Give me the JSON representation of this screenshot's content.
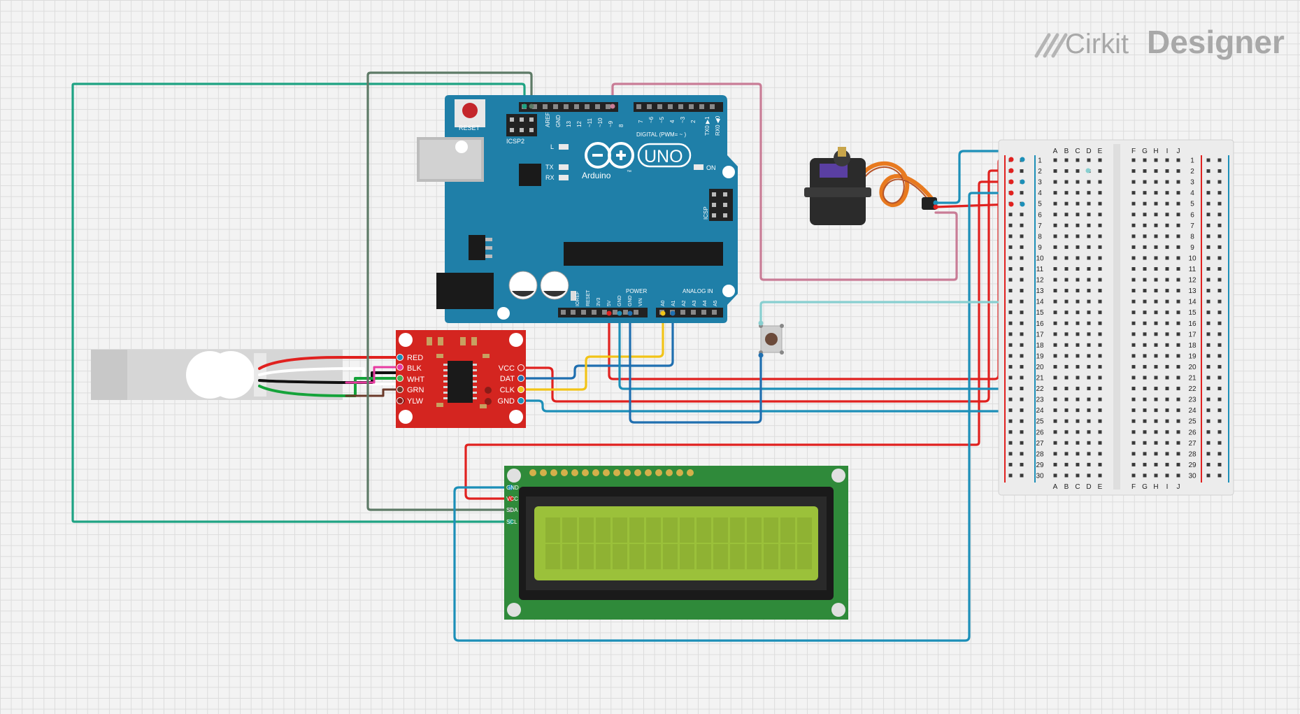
{
  "brand": {
    "name_light": "Cirkit",
    "name_bold": "Designer"
  },
  "arduino": {
    "reset_label": "RESET",
    "icsp2_label": "ICSP2",
    "icsp_label": "ICSP",
    "logo_text": "UNO",
    "brand_text": "Arduino",
    "tm": "™",
    "led_l": "L",
    "led_tx": "TX",
    "led_rx": "RX",
    "led_on": "ON",
    "digital_label": "DIGITAL (PWM= ~ )",
    "power_label": "POWER",
    "analog_label": "ANALOG IN",
    "top_pins": [
      "AREF",
      "GND",
      "13",
      "12",
      "~11",
      "~10",
      "~9",
      "8"
    ],
    "top_pins2": [
      "7",
      "~6",
      "~5",
      "4",
      "~3",
      "2",
      "TX0 ▶1",
      "RX0 ◀0"
    ],
    "power_pins": [
      "IOREF",
      "RESET",
      "3V3",
      "5V",
      "GND",
      "GND",
      "VIN"
    ],
    "analog_pins": [
      "A0",
      "A1",
      "A2",
      "A3",
      "A4",
      "A5"
    ]
  },
  "hx711": {
    "left_pins": [
      "RED",
      "BLK",
      "WHT",
      "GRN",
      "YLW"
    ],
    "right_pins": [
      "VCC",
      "DAT",
      "CLK",
      "GND"
    ]
  },
  "lcd": {
    "pins": [
      "GND",
      "VCC",
      "SDA",
      "SCL"
    ]
  },
  "breadboard": {
    "cols_left": [
      "A",
      "B",
      "C",
      "D",
      "E"
    ],
    "cols_right": [
      "F",
      "G",
      "H",
      "I",
      "J"
    ],
    "rows": [
      "1",
      "2",
      "3",
      "4",
      "5",
      "6",
      "7",
      "8",
      "9",
      "10",
      "11",
      "12",
      "13",
      "14",
      "15",
      "16",
      "17",
      "18",
      "19",
      "20",
      "21",
      "22",
      "23",
      "24",
      "25",
      "26",
      "27",
      "28",
      "29",
      "30"
    ]
  },
  "colors": {
    "arduino_body": "#1f7fa8",
    "hx711_body": "#d42520",
    "lcd_pcb": "#2f8a3a",
    "lcd_screen": "#9bc13a",
    "wire_red": "#e0211f",
    "wire_blue": "#1f6fb0",
    "wire_teal": "#1ea383",
    "wire_gray": "#5d7a66",
    "wire_pink": "#c97c96",
    "wire_cyan": "#1c8fb8",
    "wire_lightcyan": "#88cfd0",
    "wire_yellow": "#f2c418"
  }
}
